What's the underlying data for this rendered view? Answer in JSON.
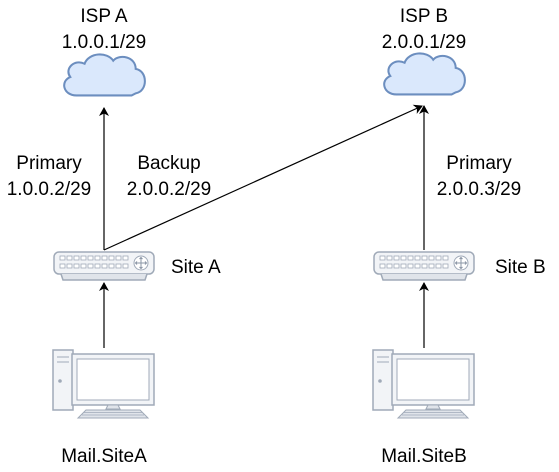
{
  "isp_a": {
    "name": "ISP A",
    "address": "1.0.0.1/29"
  },
  "isp_b": {
    "name": "ISP B",
    "address": "2.0.0.1/29"
  },
  "site_a": {
    "name": "Site A",
    "primary_label": "Primary",
    "primary_address": "1.0.0.2/29",
    "backup_label": "Backup",
    "backup_address": "2.0.0.2/29"
  },
  "site_b": {
    "name": "Site B",
    "primary_label": "Primary",
    "primary_address": "2.0.0.3/29"
  },
  "mail_a": {
    "name": "Mail.SiteA"
  },
  "mail_b": {
    "name": "Mail.SiteB"
  },
  "colors": {
    "cloud_fill": "#dae8fc",
    "cloud_stroke": "#6c8ebf",
    "device_fill": "#f2f4f7",
    "device_stroke": "#a0aab8",
    "screen_fill": "#ffffff",
    "line": "#000000"
  },
  "icons": [
    "cloud-icon",
    "router-icon",
    "workstation-icon"
  ]
}
